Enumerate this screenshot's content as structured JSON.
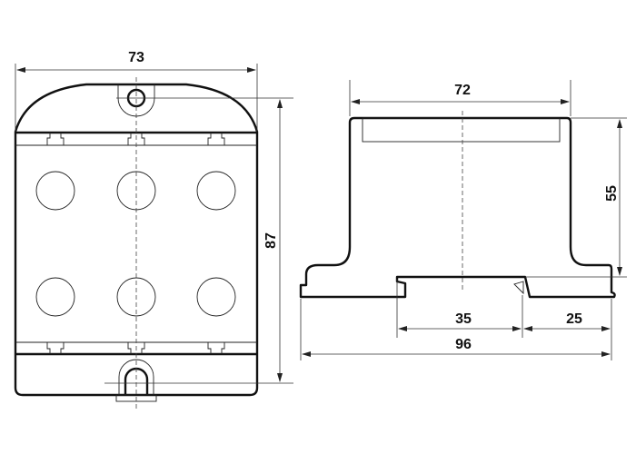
{
  "front_view": {
    "width_dimension": "73",
    "height_dimension": "87"
  },
  "side_view": {
    "top_width_dimension": "72",
    "height_dimension": "55",
    "rail_width_dimension": "35",
    "offset_dimension": "25",
    "total_width_dimension": "96"
  },
  "colors": {
    "line": "#111111",
    "background": "#ffffff"
  }
}
